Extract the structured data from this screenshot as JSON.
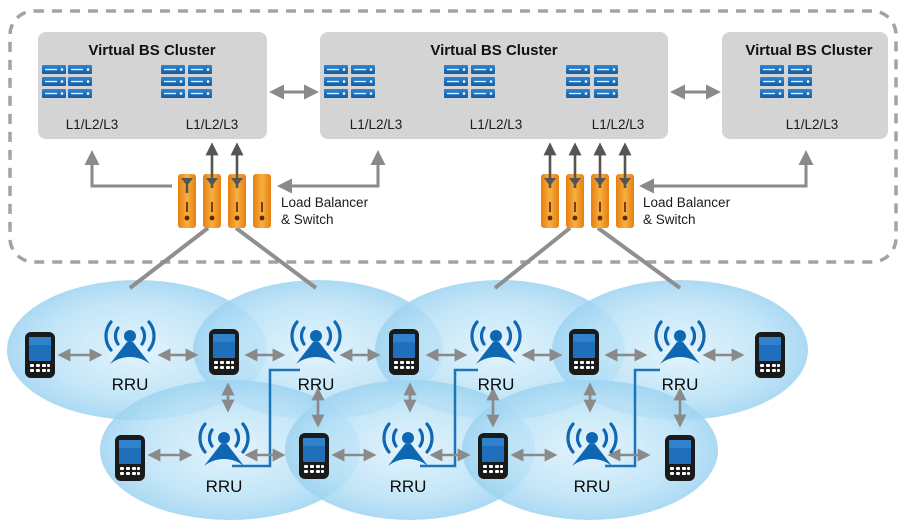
{
  "clusters": [
    {
      "title": "Virtual BS Cluster",
      "layers": [
        "L1/L2/L3",
        "L1/L2/L3"
      ]
    },
    {
      "title": "Virtual BS Cluster",
      "layers": [
        "L1/L2/L3",
        "L1/L2/L3",
        "L1/L2/L3"
      ]
    },
    {
      "title": "Virtual BS Cluster",
      "layers": [
        "L1/L2/L3"
      ]
    }
  ],
  "load_balancers": [
    {
      "line1": "Load Balancer",
      "line2": "& Switch"
    },
    {
      "line1": "Load Balancer",
      "line2": "& Switch"
    }
  ],
  "rru_label": "RRU",
  "colors": {
    "cluster_box": "#d4d4d4",
    "dashed_border": "#a0a0a0",
    "server_blue": "#1f6fba",
    "switch_orange": "#f39a1d",
    "cell_blue": "#a9d8f2",
    "antenna_blue": "#0f67b3",
    "fronthaul_blue": "#1b75bb",
    "arrow_gray": "#8a8a8a"
  },
  "icons": {
    "server": "server-rack-icon",
    "switch": "switch-module-icon",
    "rru": "antenna-tower-icon",
    "device": "mobile-phone-icon"
  }
}
